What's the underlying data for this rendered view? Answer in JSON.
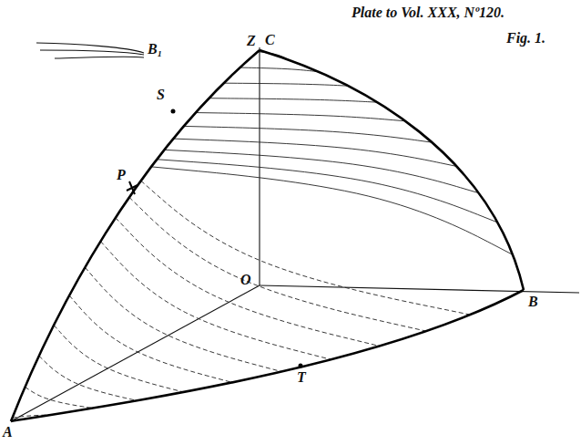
{
  "diagram": {
    "labels": [
      "Plate to Vol. XXX, Nº120.",
      "Fig. 1.",
      "Z",
      "C",
      "S",
      "P",
      "B₁",
      "O",
      "B",
      "A",
      "T"
    ]
  }
}
